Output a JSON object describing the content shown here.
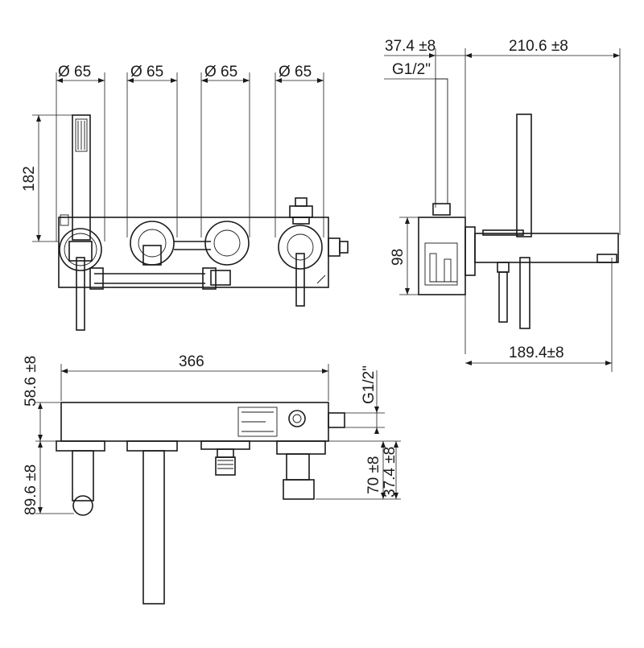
{
  "dimensions": {
    "diameter": "Ø 65",
    "height_182": "182",
    "width_37": "37.4 ±8",
    "width_210": "210.6 ±8",
    "thread_top": "G1/2\"",
    "depth_98": "98",
    "width_189": "189.4±8",
    "length_366": "366",
    "height_58": "58.6 ±8",
    "thread_side": "G1/2\"",
    "height_89": "89.6 ±8",
    "height_70": "70 ±8",
    "height_37": "37.4 ±8"
  },
  "colors": {
    "line": "#1a1a1a",
    "background": "#ffffff"
  }
}
